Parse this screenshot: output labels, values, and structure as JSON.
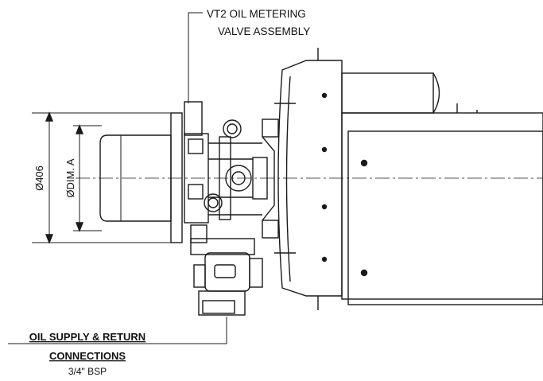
{
  "callouts": {
    "valve_line1": "VT2 OIL METERING",
    "valve_line2": "VALVE ASSEMBLY",
    "supply_line1": "OIL SUPPLY & RETURN",
    "supply_line2": "CONNECTIONS",
    "supply_line3": "3/4\" BSP"
  },
  "dimensions": {
    "outer_diameter": "Ø406",
    "inner_diameter": "ØDIM. A"
  },
  "colors": {
    "line": "#1a1a1a",
    "background": "#ffffff"
  }
}
